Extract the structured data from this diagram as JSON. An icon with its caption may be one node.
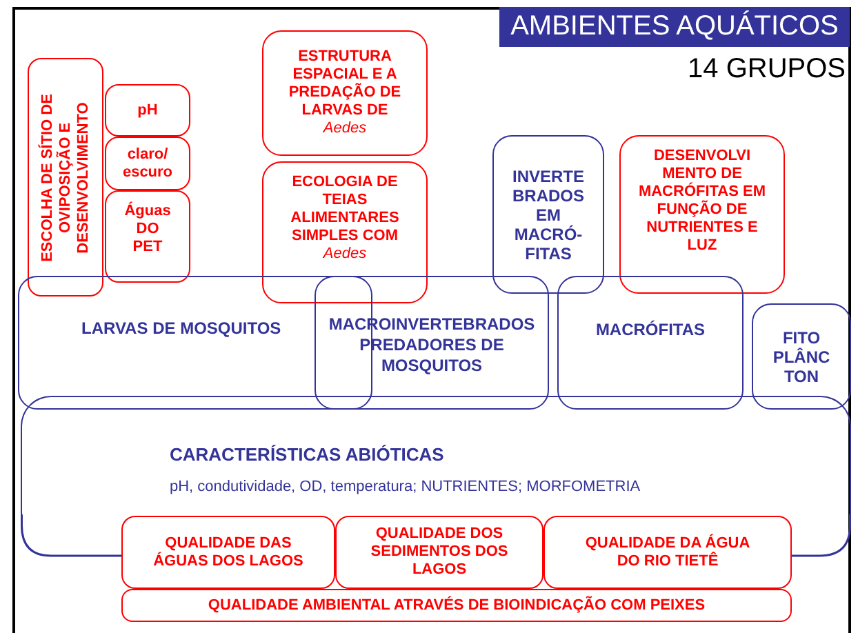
{
  "diagram": {
    "title": "AMBIENTES AQUÁTICOS",
    "nodes": [
      {
        "text": [
          "ESCOLHA DE SÍTIO DE OVIPOSIÇÃO E DESENVOLVIMENTO"
        ]
      },
      {
        "text": [
          "pH"
        ]
      },
      {
        "text": [
          "claro/ escuro"
        ]
      },
      {
        "text": [
          "Águas DO PET"
        ]
      },
      {
        "text": [
          "ESTRUTURA ESPACIAL E A PREDAÇÃO DE LARVAS DE *Aedes*"
        ]
      },
      {
        "text": [
          "ECOLOGIA DE TEIAS ALIMENTARES SIMPLES COM *Aedes*"
        ]
      },
      {
        "text": [
          "INVERTE BRADOS EM MACRÓ- FITAS"
        ]
      },
      {
        "text": [
          "DESENVOLVI MENTO DE MACRÓFITAS EM FUNÇÃO DE NUTRIENTES E LUZ"
        ]
      },
      {
        "text": [
          "LARVAS DE MOSQUITOS"
        ]
      },
      {
        "text": [],
        "shape": "box",
        "in": 8
      },
      {
        "text": [
          "MACRÓFITAS"
        ]
      },
      {
        "text": [
          "FITO PLÂNC TON"
        ]
      },
      {
        "text": [
          "CARACTERÍSTICAS ABIÓTICAS",
          "pH, condutividade, OD, temperatura; NUTRIENTES; MORFOMETRIA"
        ]
      },
      {
        "text": [
          "QUALIDADE DAS ÁGUAS DOS LAGOS"
        ]
      },
      {
        "text": [
          "QUALIDADE DOS SEDIMENTOS DOS LAGOS"
        ]
      },
      {
        "text": [
          "QUALIDADE DA ÁGUA DO RIO TIETÊ"
        ]
      },
      {
        "text": [
          "QUALIDADE AMBIENTAL ATRAVÉS DE BIOINDICAÇÃO COM PEIXES"
        ]
      }
    ],
    "labels": [
      "14 GRUPOS",
      "MACROINVERTEBRADOS PREDADORES DE MOSQUITOS"
    ]
  }
}
